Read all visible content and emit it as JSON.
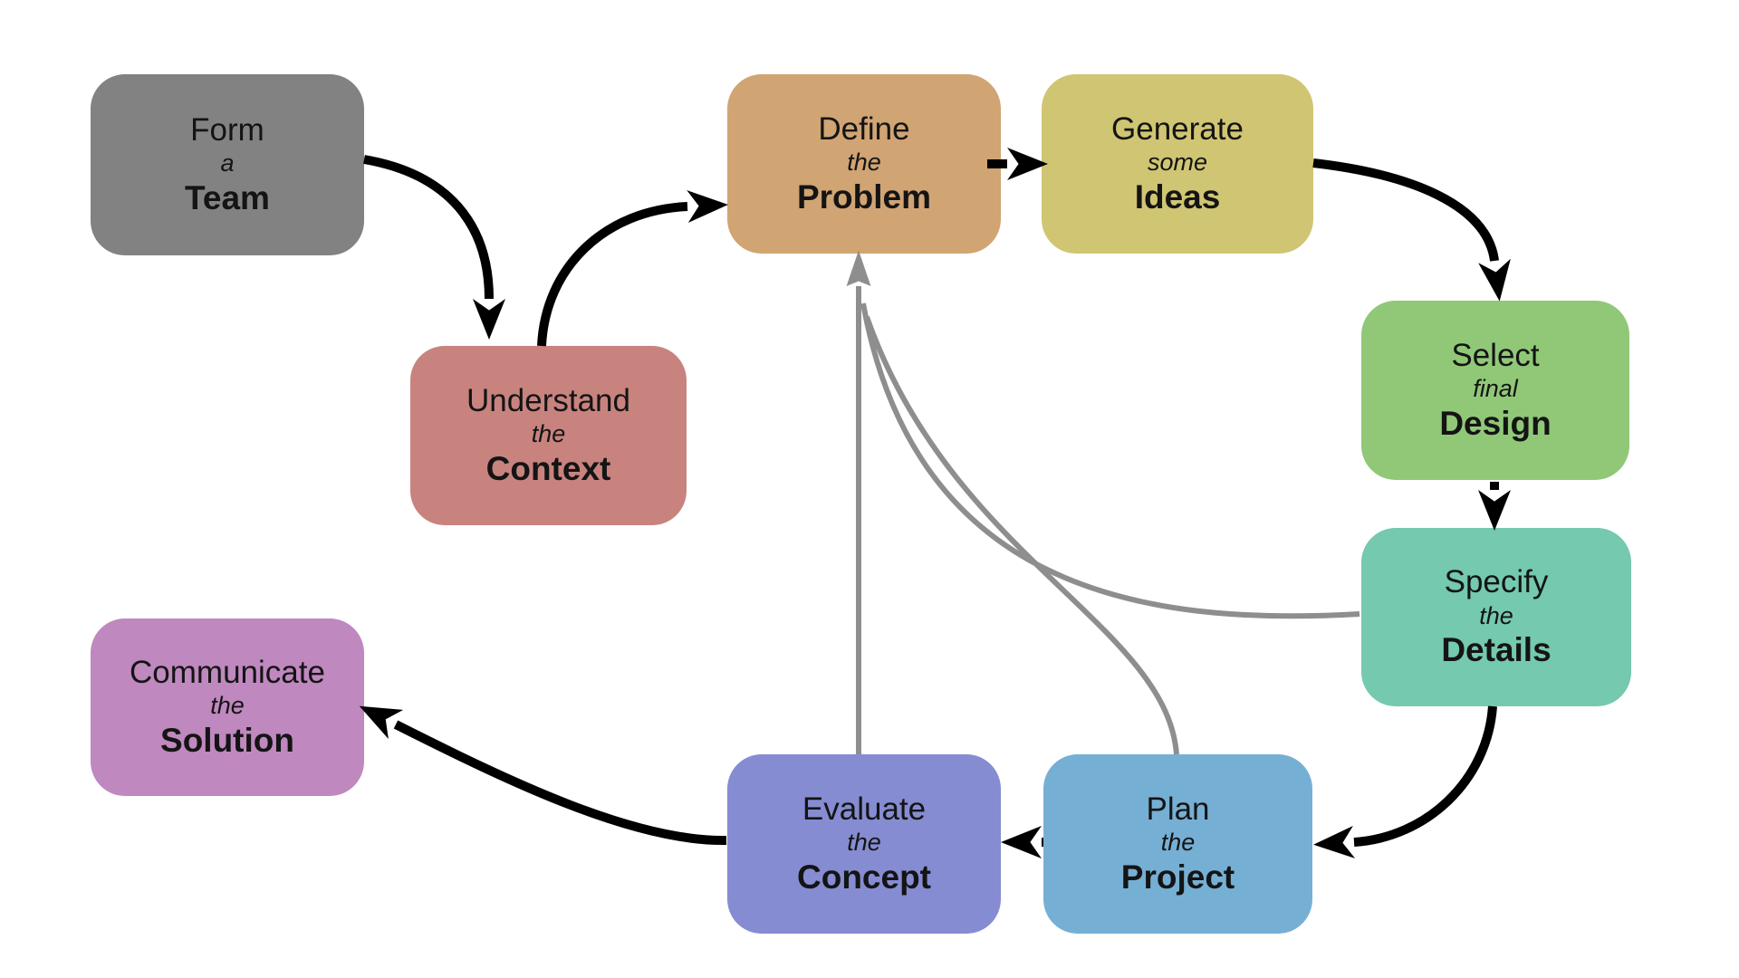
{
  "diagram": {
    "title": "Design process flow diagram",
    "colors": {
      "background": "#ffffff",
      "text": "#141414",
      "arrow_main": "#000000",
      "arrow_feedback": "#8e8e8e"
    },
    "boxes": [
      {
        "id": "form-team",
        "line1": "Form",
        "line2": "a",
        "line3": "Team",
        "color": "#828282"
      },
      {
        "id": "understand-context",
        "line1": "Understand",
        "line2": "the",
        "line3": "Context",
        "color": "#c8837f"
      },
      {
        "id": "define-problem",
        "line1": "Define",
        "line2": "the",
        "line3": "Problem",
        "color": "#d0a473"
      },
      {
        "id": "generate-ideas",
        "line1": "Generate",
        "line2": "some",
        "line3": "Ideas",
        "color": "#d0c573"
      },
      {
        "id": "select-design",
        "line1": "Select",
        "line2": "final",
        "line3": "Design",
        "color": "#90c878"
      },
      {
        "id": "specify-details",
        "line1": "Specify",
        "line2": "the",
        "line3": "Details",
        "color": "#74c9ae"
      },
      {
        "id": "plan-project",
        "line1": "Plan",
        "line2": "the",
        "line3": "Project",
        "color": "#76afd4"
      },
      {
        "id": "evaluate-concept",
        "line1": "Evaluate",
        "line2": "the",
        "line3": "Concept",
        "color": "#868cd2"
      },
      {
        "id": "communicate-solution",
        "line1": "Communicate",
        "line2": "the",
        "line3": "Solution",
        "color": "#bf88bf"
      }
    ],
    "arrows": [
      {
        "from": "form-team",
        "to": "understand-context",
        "style": "main"
      },
      {
        "from": "understand-context",
        "to": "define-problem",
        "style": "main"
      },
      {
        "from": "define-problem",
        "to": "generate-ideas",
        "style": "main"
      },
      {
        "from": "generate-ideas",
        "to": "select-design",
        "style": "main"
      },
      {
        "from": "select-design",
        "to": "specify-details",
        "style": "main"
      },
      {
        "from": "specify-details",
        "to": "plan-project",
        "style": "main"
      },
      {
        "from": "plan-project",
        "to": "evaluate-concept",
        "style": "main"
      },
      {
        "from": "evaluate-concept",
        "to": "communicate-solution",
        "style": "main"
      },
      {
        "from": "evaluate-concept",
        "to": "define-problem",
        "style": "feedback"
      },
      {
        "from": "specify-details",
        "to": "define-problem",
        "style": "feedback"
      },
      {
        "from": "plan-project",
        "to": "define-problem",
        "style": "feedback"
      }
    ]
  }
}
